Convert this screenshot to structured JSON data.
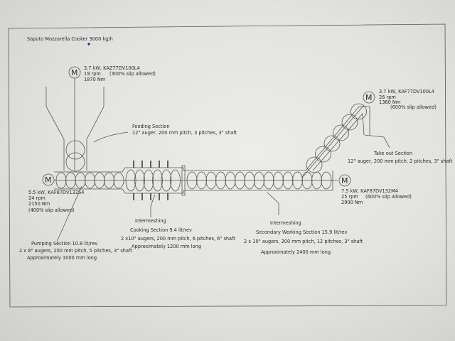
{
  "title": "Saputo Mozzarella Cooker  3000 kg/h",
  "motor_symbol": "M",
  "feed_motor": {
    "line1": "3.7 kW, KAZ77DV100L4",
    "line2": "19 rpm",
    "line3": "1870 Nm",
    "slip": "(300% slip allowed)"
  },
  "feeding_section": {
    "title": "Feeding Section",
    "spec": "12\" auger, 200 mm pitch, 3 pitches, 3\" shaft"
  },
  "takeout_motor": {
    "line1": "3.7 kW, KAF77DV100L4",
    "line2": "26 rpm",
    "line3": "1360 Nm",
    "slip": "(600% slip allowed)"
  },
  "takeout_section": {
    "title": "Take out Section",
    "spec": "12\" auger, 200 mm pitch, 2 pitches, 3\" shaft"
  },
  "pump_motor": {
    "line1": "5.5 kW, KAF87DV132S4",
    "line2": "24 rpm",
    "line3": "2150 Nm",
    "slip": "(400% slip allowed)"
  },
  "main_motor": {
    "line1": "7.5 kW, KAF87DV132M4",
    "line2": "25 rpm",
    "line3": "2900 Nm",
    "slip": "(600% slip allowed)"
  },
  "pumping_section": {
    "title": "Pumping Section 10.8 lit/rev",
    "spec": "2 x 8\" augers, 200 mm pitch, 5 pitches, 3\" shaft",
    "length": "Approximately 1000 mm long"
  },
  "cooking_section": {
    "type": "Intermeshing",
    "title": "Cooking Section 9.4 lit/rev",
    "spec": "2 x10\" augers, 200 mm pitch, 6 pitches, 6\" shaft",
    "length": "Approximately 1200 mm long"
  },
  "secondary_section": {
    "type": "Intermeshing",
    "title": "Secondary Working Section 15.9 lit/rev",
    "spec": "2 x 10\" augers, 200 mm pitch, 12 pitches, 3\" shaft",
    "length": "Approximately 2400 mm long"
  }
}
